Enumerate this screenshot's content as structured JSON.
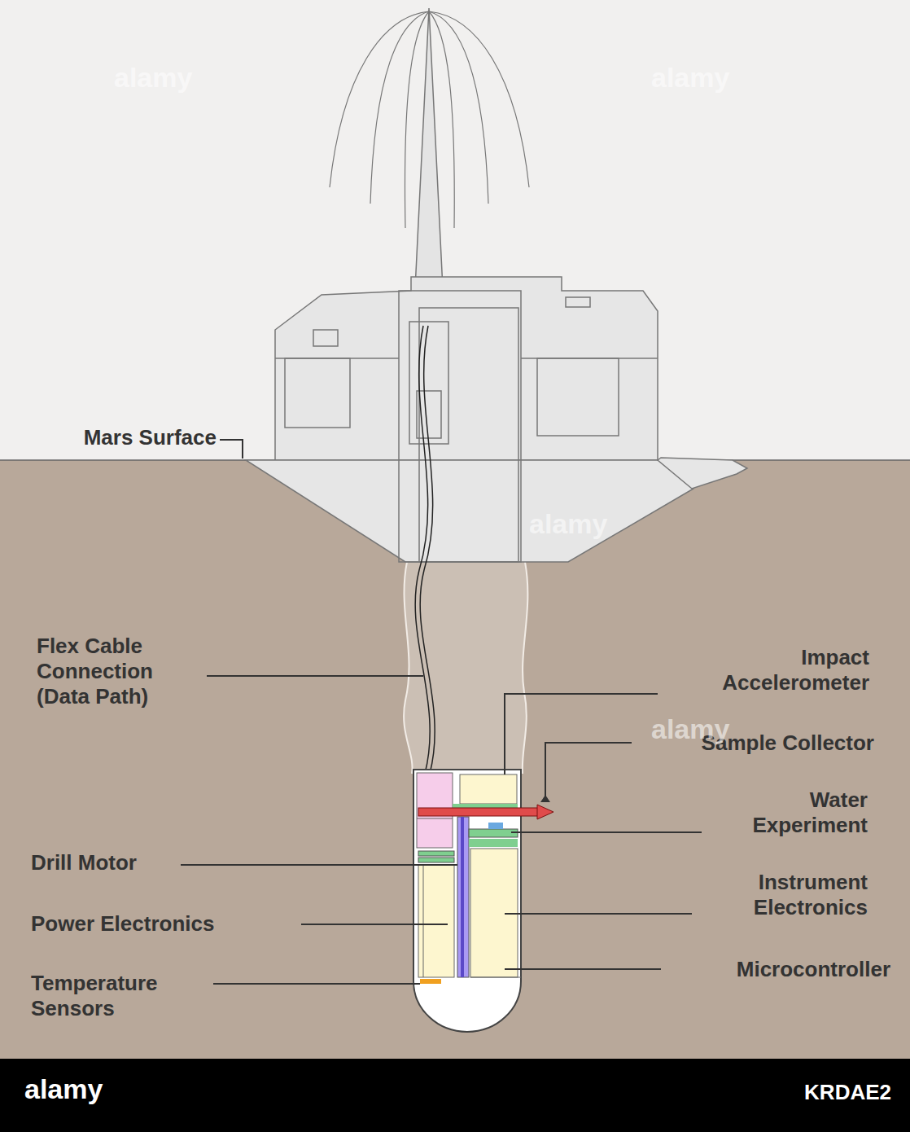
{
  "diagram": {
    "labels": [
      "Mars Surface",
      "Flex Cable Connection (Data Path)",
      "Impact Accelerometer",
      "Sample Collector",
      "Water Experiment",
      "Drill Motor",
      "Instrument Electronics",
      "Power Electronics",
      "Microcontroller",
      "Temperature Sensors",
      "alamy",
      "alamy",
      "alamy",
      "alamy",
      "alamy",
      "KRDAE2"
    ]
  }
}
